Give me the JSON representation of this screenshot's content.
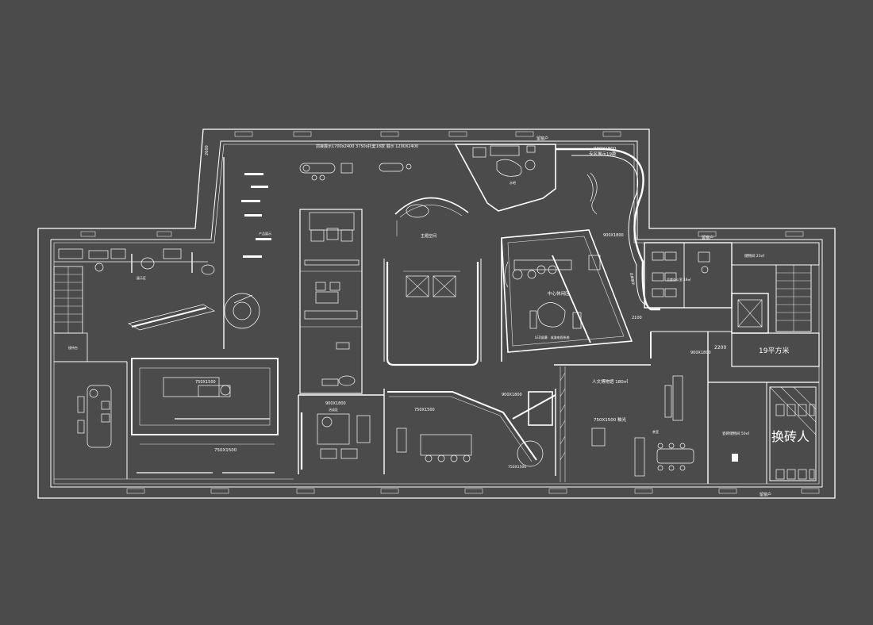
{
  "labels": {
    "top_banner": "前接展示1700x2400 3750x托套18款 展示   1200X2400",
    "north_window_mid": "留窗户",
    "north_window_right": "留窗户",
    "south_window": "留窗户",
    "tile_top": "900X1800",
    "zone_19": "专区展示19款",
    "tile_curve": "900X1800",
    "main_space": "主题空间",
    "central_lounge": "中心休闲区",
    "led_note": "LED屏幕 · 成渝电视系统",
    "tile_left": "750X1500",
    "tile_bottom_left": "750X1500",
    "tile_mid": "900X1800",
    "tile_mid2": "750X1500",
    "tile_mid_right": "900X1800",
    "tile_round": "750X1500",
    "humanities": "人文博物馆 180㎡",
    "tile_yuguang": "750X1500  釉光",
    "tile_gallery": "900X1800",
    "area_19": "19平方米",
    "office_note": "总裁办公室 18㎡",
    "storage_1": "储物间 23㎡",
    "storage_2": "瓷砖储物间 50㎡",
    "dim_2200": "2200",
    "dim_2100": "2100",
    "dim_2600": "2600",
    "tea_room": "茶室",
    "negotiation": "洽谈区",
    "product_display": "产品展示",
    "reception": "接待台",
    "corridor_display": "走廊展示",
    "water_bar": "水吧",
    "exhibit_area": "展示区",
    "restroom_sign": "换砖人"
  },
  "legend_colors": {
    "background": "#4b4b4b",
    "linework": "#ffffff"
  }
}
